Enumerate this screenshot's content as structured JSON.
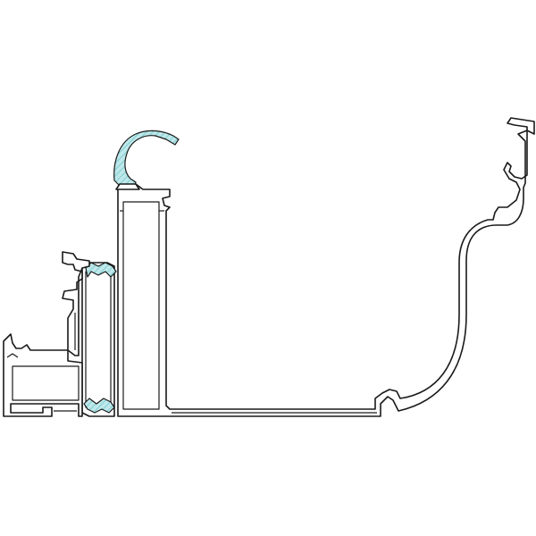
{
  "diagram": {
    "colors": {
      "background": "#ffffff",
      "outline": "#1a1a1a",
      "gasket_fill": "#bfe8ea",
      "gasket_hatch": "#6fc7cc"
    },
    "parts": [
      "gutter-profile",
      "mullion-profile",
      "sash-profile",
      "frame-profile",
      "snap-cover-gasket",
      "glazing-gasket-top",
      "glazing-gasket-bottom"
    ]
  }
}
